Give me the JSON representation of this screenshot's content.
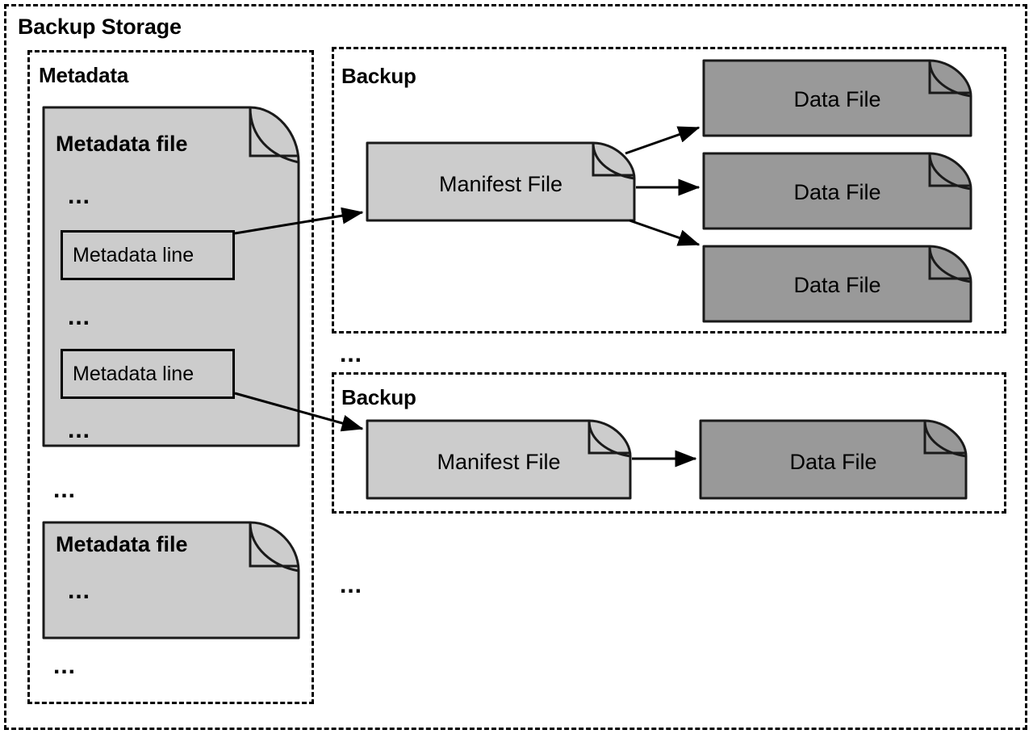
{
  "diagram": {
    "title": "Backup Storage",
    "type": "backup-storage-architecture",
    "colors": {
      "light_file_fill": "#cccccc",
      "dark_file_fill": "#999999",
      "stroke": "#000000",
      "background": "#ffffff"
    },
    "sections": {
      "metadata": {
        "title": "Metadata",
        "files": [
          {
            "label": "Metadata file",
            "fill": "light",
            "contents": {
              "ellipsis_top": "...",
              "lines": [
                {
                  "label": "Metadata line"
                },
                {
                  "label": "Metadata line"
                }
              ],
              "ellipsis_middle": "...",
              "ellipsis_bottom": "..."
            }
          },
          {
            "label": "Metadata file",
            "fill": "light",
            "contents": {
              "ellipsis_body": "..."
            }
          }
        ],
        "ellipsis_between_files": "...",
        "ellipsis_after_files": "..."
      },
      "backups": [
        {
          "title": "Backup",
          "manifest": {
            "label": "Manifest File",
            "fill": "light"
          },
          "data_files": [
            {
              "label": "Data File",
              "fill": "dark"
            },
            {
              "label": "Data File",
              "fill": "dark"
            },
            {
              "label": "Data File",
              "fill": "dark"
            }
          ]
        },
        {
          "title": "Backup",
          "manifest": {
            "label": "Manifest File",
            "fill": "light"
          },
          "data_files": [
            {
              "label": "Data File",
              "fill": "dark"
            }
          ]
        }
      ],
      "backup_ellipsis_between": "...",
      "backup_ellipsis_after": "..."
    },
    "edges": [
      {
        "from": "metadata-line-1",
        "to": "backup-1-manifest"
      },
      {
        "from": "metadata-line-2",
        "to": "backup-2-manifest"
      },
      {
        "from": "backup-1-manifest",
        "to": "backup-1-data-file-1"
      },
      {
        "from": "backup-1-manifest",
        "to": "backup-1-data-file-2"
      },
      {
        "from": "backup-1-manifest",
        "to": "backup-1-data-file-3"
      },
      {
        "from": "backup-2-manifest",
        "to": "backup-2-data-file-1"
      }
    ]
  }
}
